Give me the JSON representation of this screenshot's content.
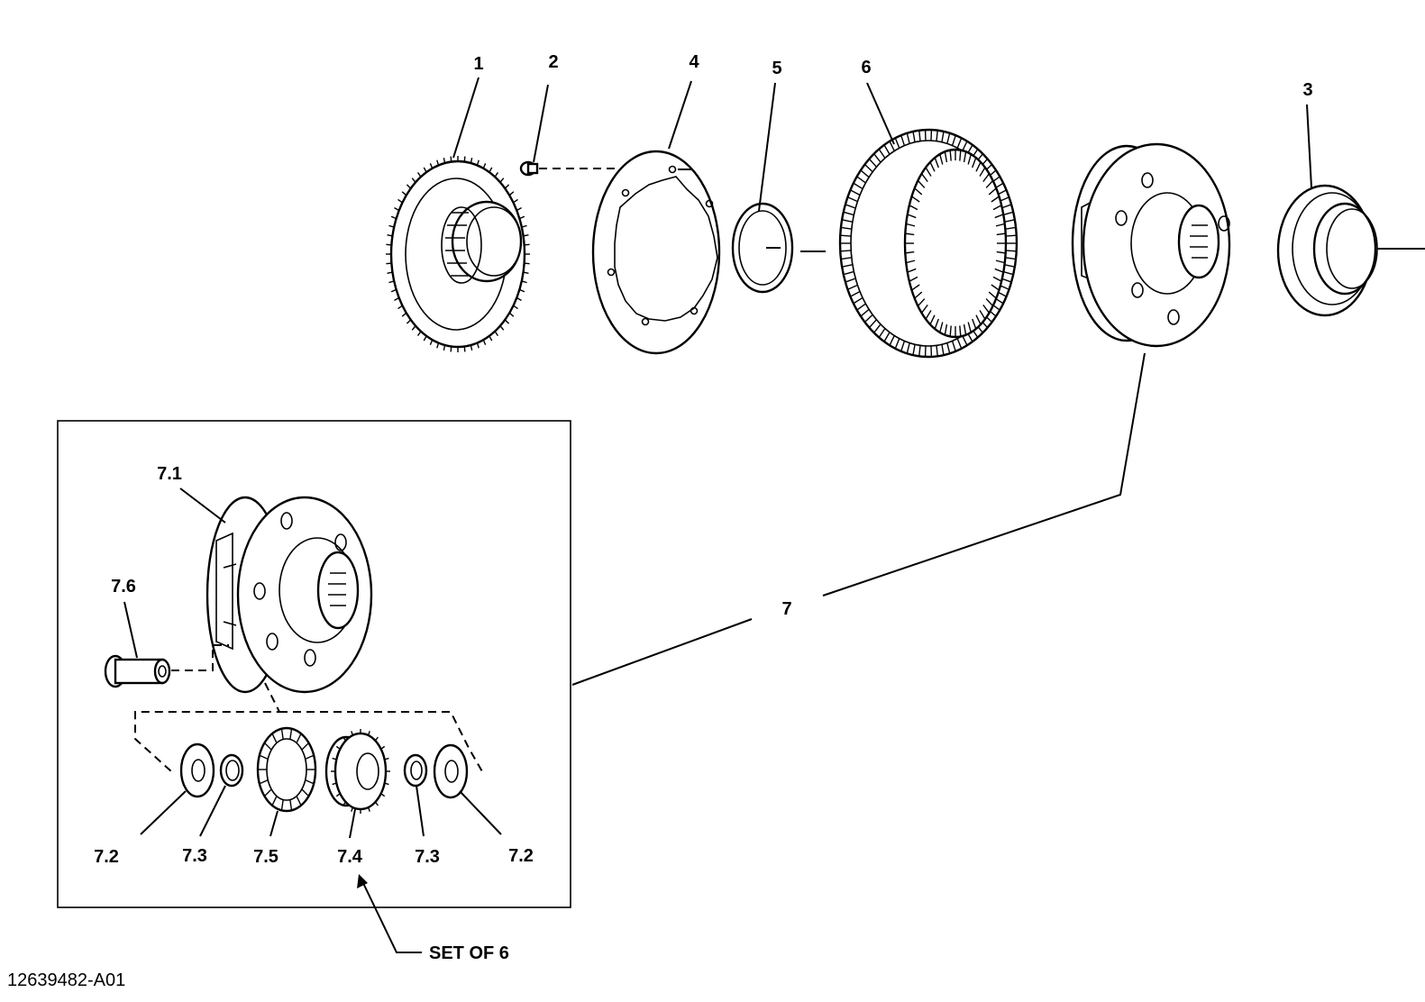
{
  "labels": {
    "p1": "1",
    "p2": "2",
    "p3": "3",
    "p4": "4",
    "p5": "5",
    "p6": "6",
    "p7": "7",
    "p7_1": "7.1",
    "p7_6": "7.6",
    "p7_2a": "7.2",
    "p7_3a": "7.3",
    "p7_5": "7.5",
    "p7_4": "7.4",
    "p7_3b": "7.3",
    "p7_2b": "7.2"
  },
  "note": "SET OF 6",
  "document_id": "12639482-A01"
}
